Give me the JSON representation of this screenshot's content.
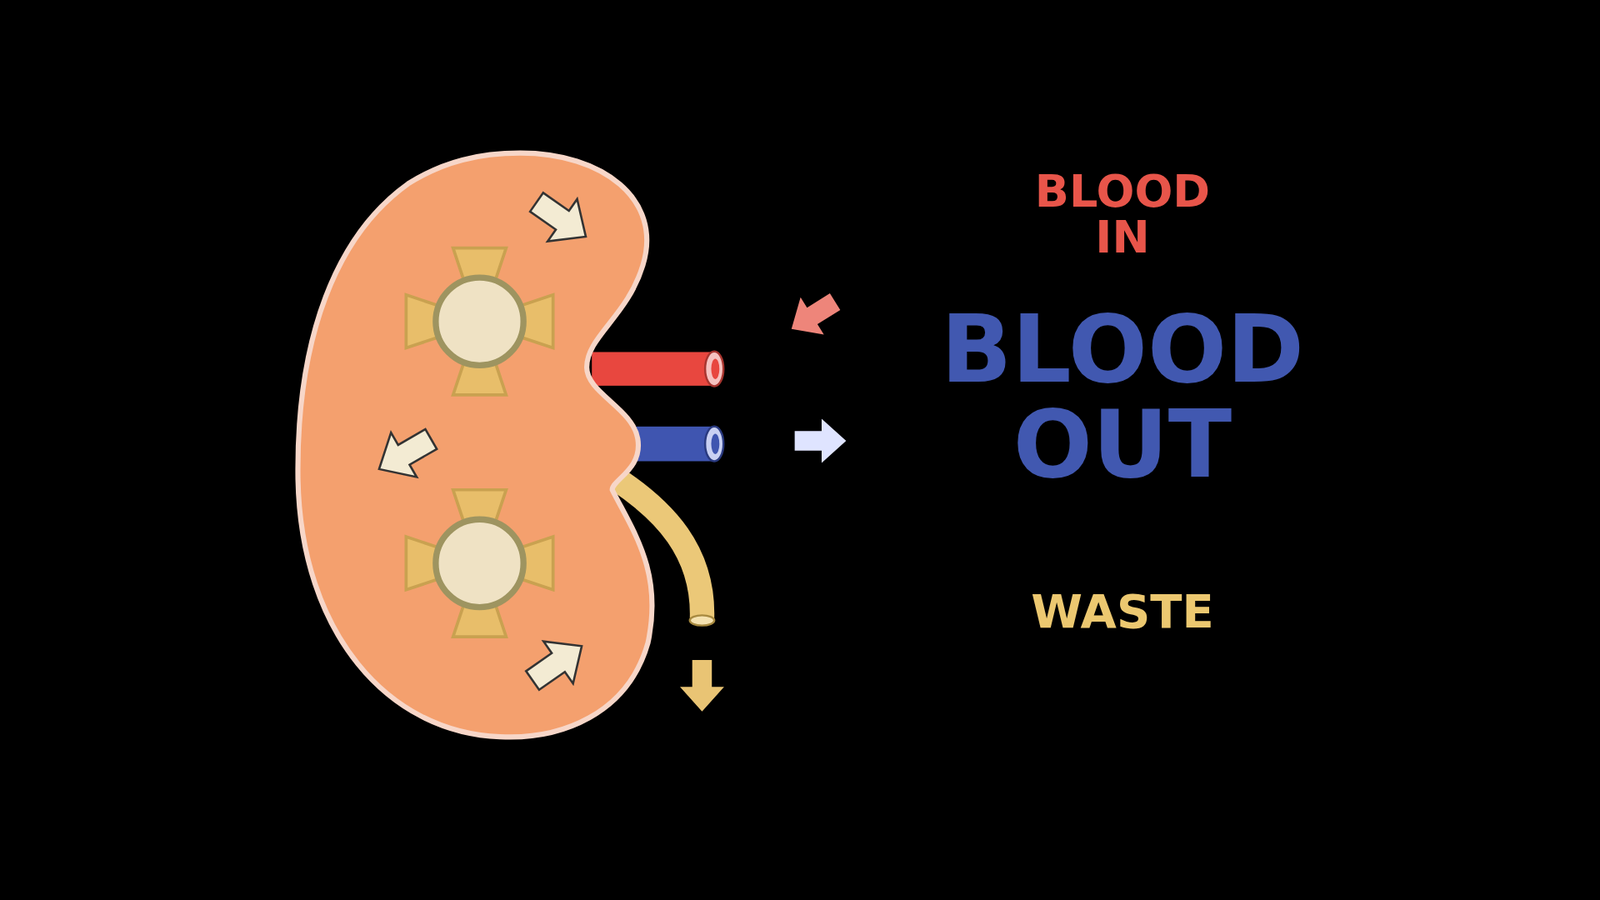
{
  "diagram": {
    "labels": [
      "BLOOD IN",
      "BLOOD OUT",
      "WASTE"
    ]
  }
}
